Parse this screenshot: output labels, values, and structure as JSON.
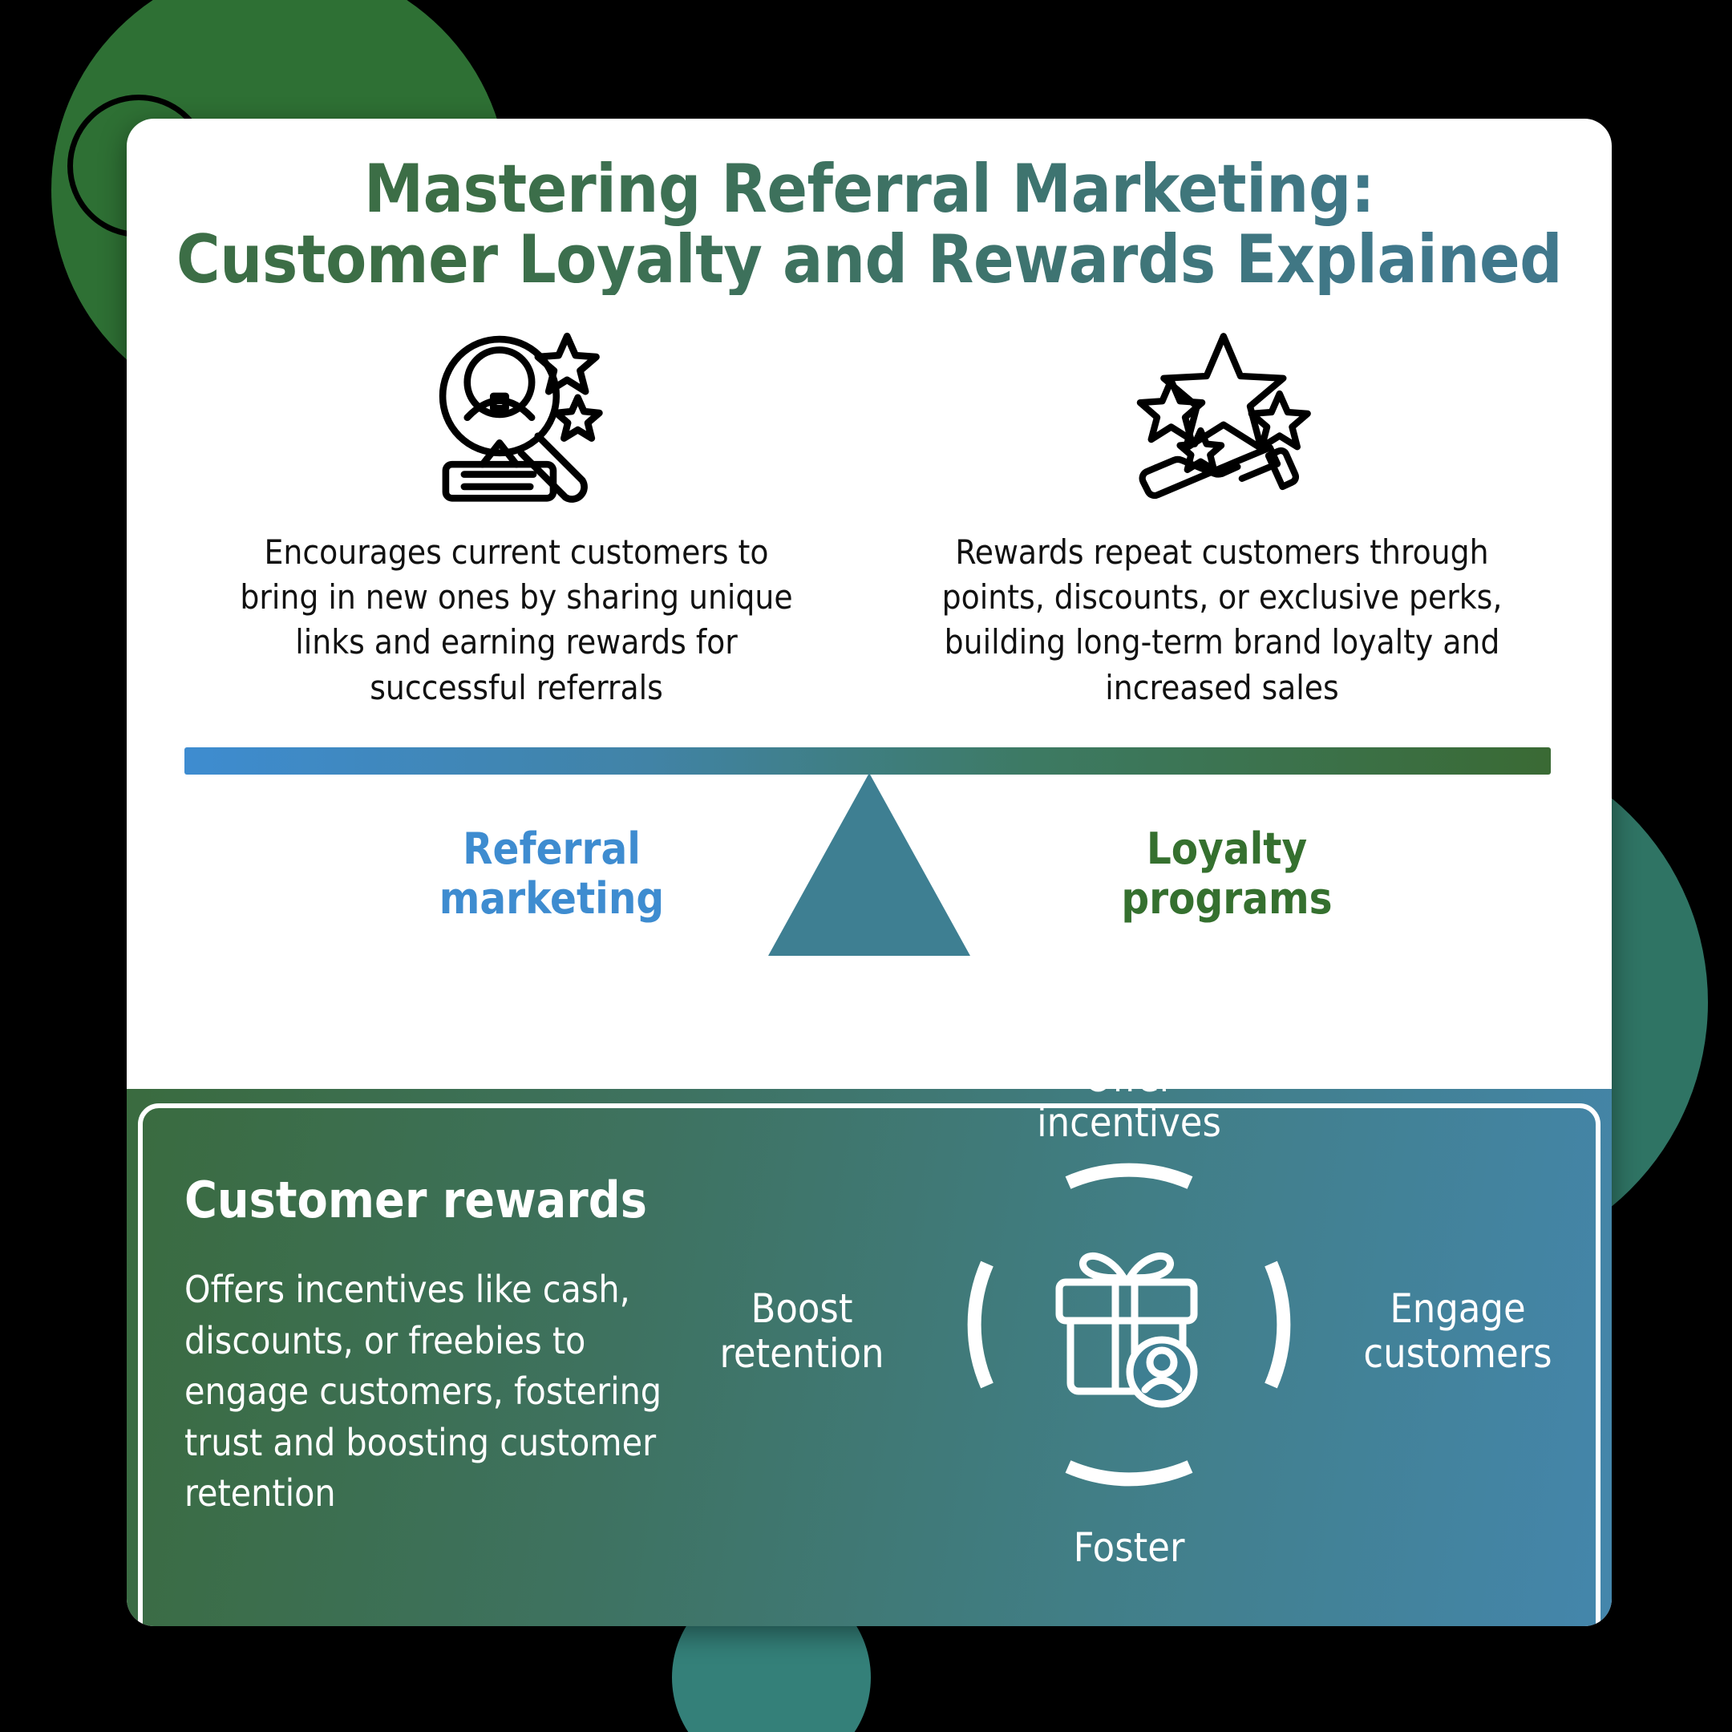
{
  "title": {
    "line1": "Mastering Referral Marketing:",
    "line2": "Customer Loyalty and Rewards Explained",
    "gradient_start": "#3C6E46",
    "gradient_end": "#41788C"
  },
  "columns": [
    {
      "icon": "magnifier-person-stars-icon",
      "text": "Encourages current customers to bring in new ones by sharing unique links and earning rewards for successful referrals"
    },
    {
      "icon": "hand-holding-stars-icon",
      "text": "Rewards repeat customers through points, discounts, or exclusive perks, building long-term brand loyalty and increased sales"
    }
  ],
  "balance": {
    "left_label": "Referral\nmarketing",
    "right_label": "Loyalty\nprograms",
    "left_color": "#3E8CD0",
    "right_color": "#35702F",
    "fulcrum_color": "#3E7F92",
    "beam_gradient_start": "#3E8CD0",
    "beam_gradient_end": "#3A6A34"
  },
  "panel": {
    "heading": "Customer rewards",
    "body": "Offers incentives like cash, discounts, or freebies to engage customers, fostering trust and boosting customer retention",
    "gradient_start": "#3A6B3F",
    "gradient_end": "#4486AC",
    "cycle": {
      "center_icon": "gift-box-person-icon",
      "labels": {
        "top": "Offer\nincentives",
        "right": "Engage\ncustomers",
        "bottom": "Foster",
        "left": "Boost\nretention"
      }
    }
  },
  "decorations": {
    "circle_top_left_color": "#2E7034",
    "circle_right_color": "#2F7464",
    "circle_bottom_color": "#348079",
    "ring_top_left_color": "#000000",
    "background_color": "#000000"
  }
}
